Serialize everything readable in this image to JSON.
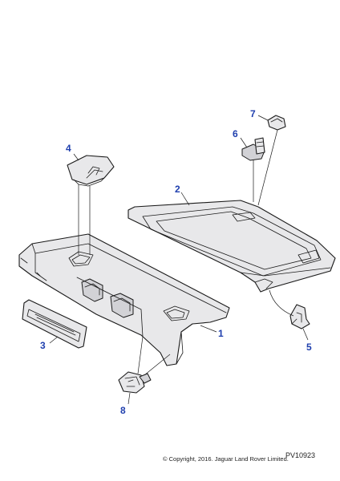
{
  "callouts": [
    {
      "id": "1",
      "label": "1"
    },
    {
      "id": "2",
      "label": "2"
    },
    {
      "id": "3",
      "label": "3"
    },
    {
      "id": "4",
      "label": "4"
    },
    {
      "id": "5",
      "label": "5"
    },
    {
      "id": "6",
      "label": "6"
    },
    {
      "id": "7",
      "label": "7"
    },
    {
      "id": "8",
      "label": "8"
    }
  ],
  "footer": {
    "copyright": "© Copyright, 2016. Jaguar Land Rover Limited.",
    "reference": "PV10923"
  },
  "colors": {
    "callout": "#1f3fae",
    "line": "#1a1a1a",
    "part_fill": "#e8e8ea"
  }
}
